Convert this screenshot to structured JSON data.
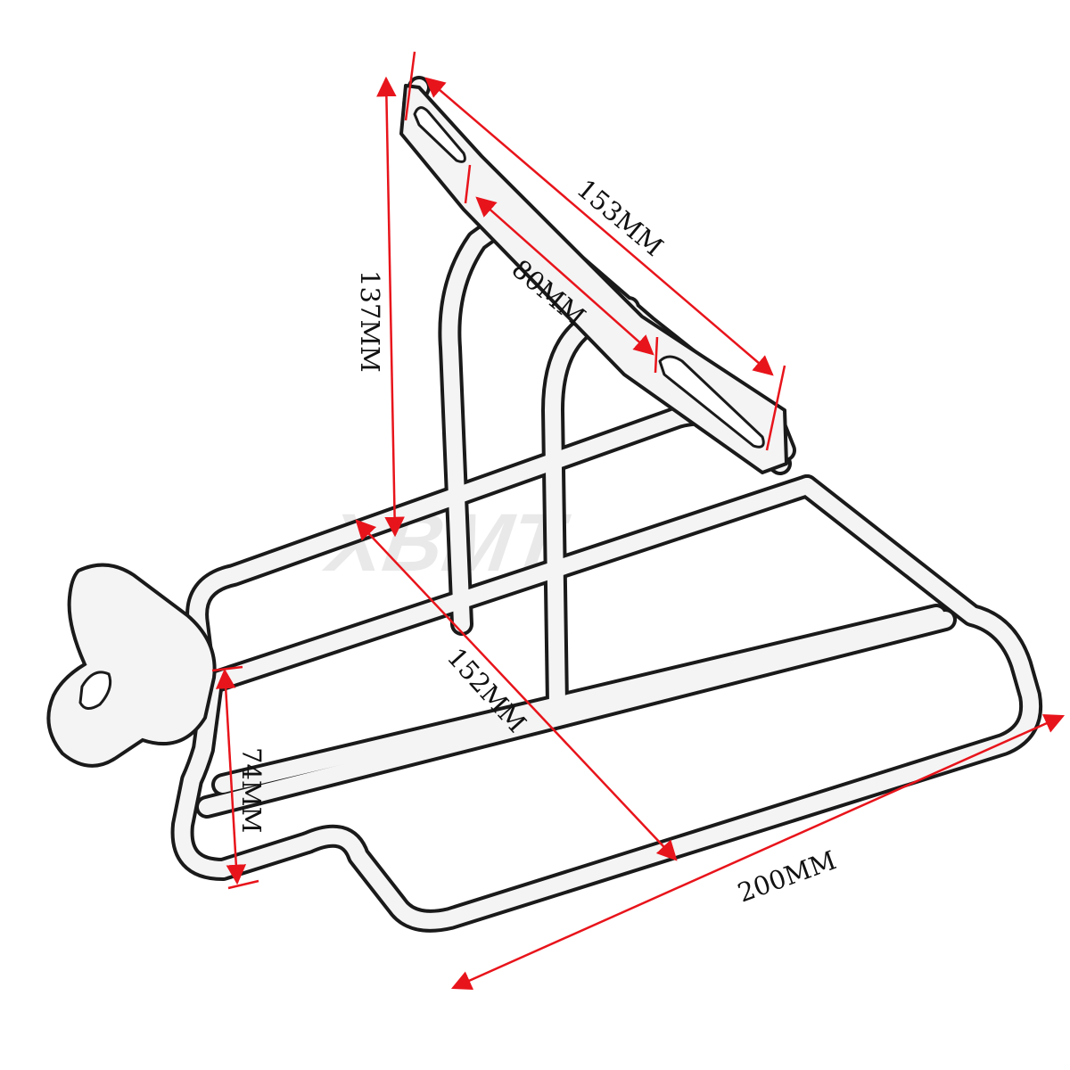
{
  "colors": {
    "background": "#ffffff",
    "frame_outline": "#1a1a1a",
    "frame_fill": "#f4f4f4",
    "dimension_line": "#e8141b",
    "dimension_text": "#111111",
    "watermark": "#e9e9e9"
  },
  "watermark": {
    "text": "XBMT"
  },
  "dimensions": {
    "top_length": "153MM",
    "slot_spacing": "80MM",
    "height": "137MM",
    "diagonal": "152MM",
    "bracket_height": "74MM",
    "base_length": "200MM"
  }
}
